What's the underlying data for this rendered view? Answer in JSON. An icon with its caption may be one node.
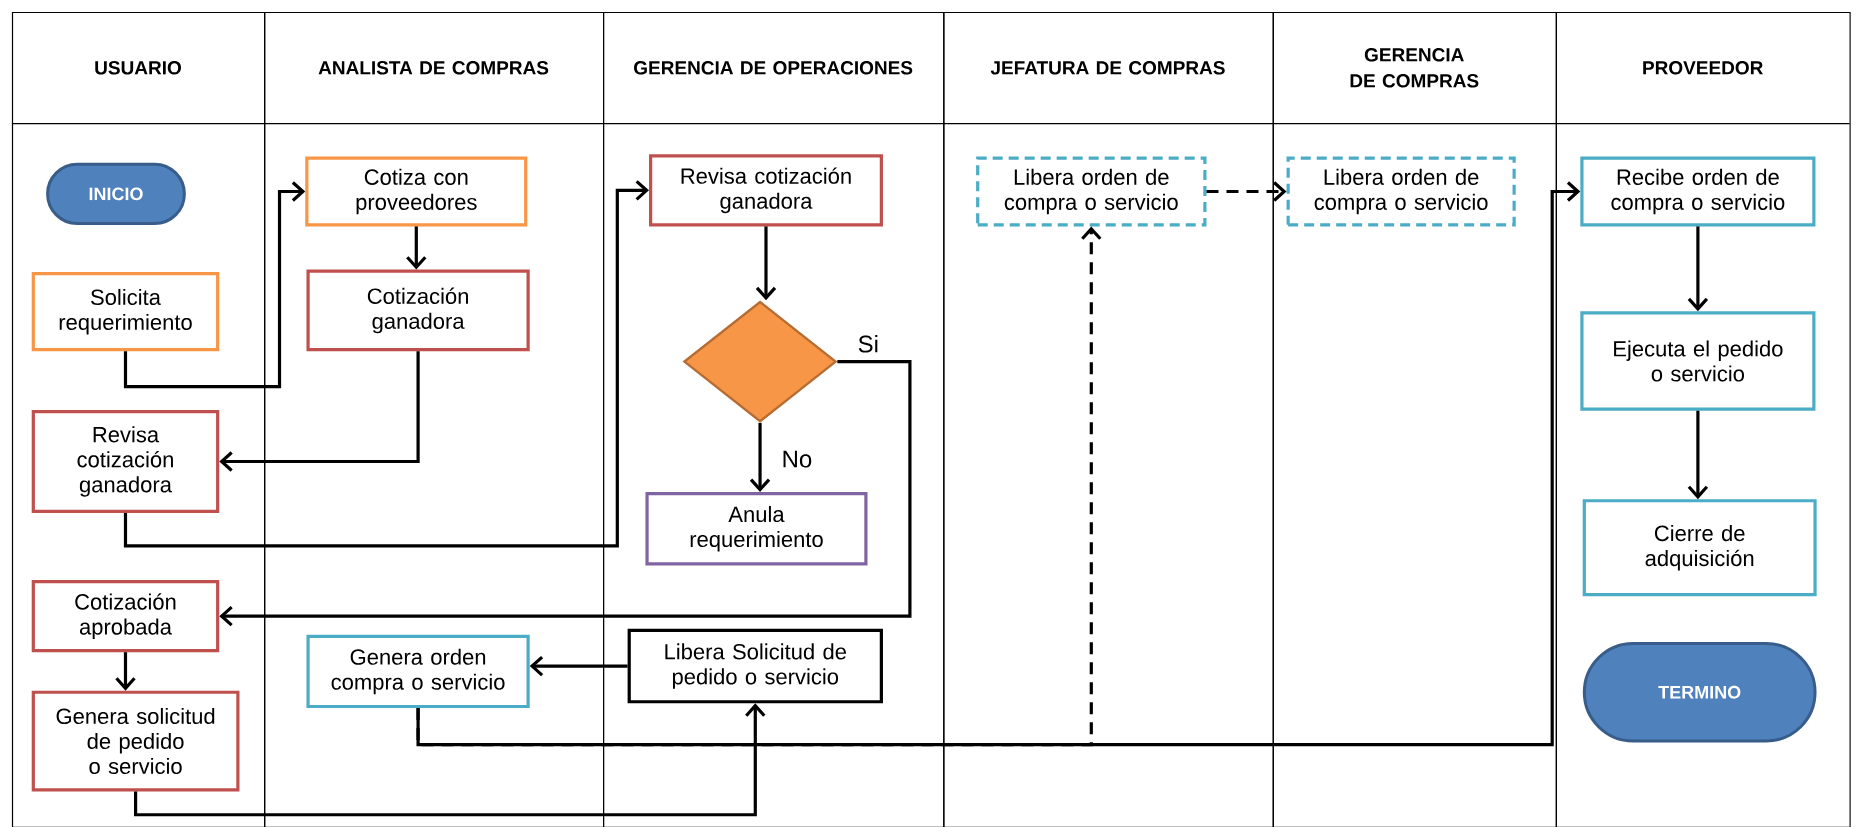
{
  "diagram": {
    "nodes": [
      {
        "text": [
          "USUARIO"
        ]
      },
      {
        "text": [
          "ANALISTA DE COMPRAS"
        ]
      },
      {
        "text": [
          "GERENCIA DE OPERACIONES"
        ]
      },
      {
        "text": [
          "JEFATURA DE COMPRAS"
        ]
      },
      {
        "text": [
          "GERENCIA DE COMPRAS"
        ]
      },
      {
        "text": [
          "PROVEEDOR"
        ]
      },
      {
        "text": [
          "INICIO"
        ],
        "in": 0
      },
      {
        "text": [
          "Solicita requerimiento"
        ],
        "in": 0
      },
      {
        "text": [
          "Cotiza con proveedores"
        ],
        "in": 1
      },
      {
        "text": [
          "Cotización ganadora"
        ],
        "in": 1
      },
      {
        "text": [
          "Revisa cotización ganadora"
        ],
        "in": 0
      },
      {
        "text": [
          "Revisa cotización ganadora"
        ],
        "in": 2
      },
      {
        "text": [],
        "shape": "diamond",
        "in": 2
      },
      {
        "text": [
          "Anula requerimiento"
        ],
        "in": 2
      },
      {
        "text": [
          "Cotización aprobada"
        ],
        "in": 0
      },
      {
        "text": [
          "Genera orden compra o servicio"
        ],
        "in": 1
      },
      {
        "text": [
          "Libera Solicitud de pedido o servicio"
        ],
        "in": 2
      },
      {
        "text": [
          "Genera solicitud de pedido o servicio"
        ],
        "in": 0
      },
      {
        "text": [
          "Libera orden de compra o servicio"
        ],
        "in": 3
      },
      {
        "text": [
          "Libera orden de compra o servicio"
        ],
        "in": 4
      },
      {
        "text": [
          "Recibe orden de compra o servicio"
        ],
        "in": 5
      },
      {
        "text": [
          "Ejecuta el pedido o servicio"
        ],
        "in": 5
      },
      {
        "text": [
          "Cierre de adquisición"
        ],
        "in": 5
      },
      {
        "text": [
          "TERMINO"
        ],
        "in": 5
      }
    ],
    "edges": [
      {
        "from": 7,
        "to": 8,
        "arrow": "to"
      },
      {
        "from": 8,
        "to": 9,
        "arrow": "to"
      },
      {
        "from": 9,
        "to": 10,
        "arrow": "to"
      },
      {
        "from": 10,
        "to": 11,
        "arrow": "to"
      },
      {
        "from": 11,
        "to": 12,
        "arrow": "to"
      },
      {
        "from": 12,
        "to": 13,
        "arrow": "to",
        "label": "No"
      },
      {
        "from": 12,
        "to": 14,
        "arrow": "to",
        "label": "Si"
      },
      {
        "from": 14,
        "to": 17,
        "arrow": "to"
      },
      {
        "from": 16,
        "to": 15,
        "arrow": "to"
      },
      {
        "from": 17,
        "to": 16,
        "arrow": "to"
      },
      {
        "from": 15,
        "to": 20,
        "arrow": "to"
      },
      {
        "from": 15,
        "to": 18,
        "arrow": "to",
        "style": "dashed"
      },
      {
        "from": 18,
        "to": 19,
        "arrow": "to",
        "style": "dashed"
      },
      {
        "from": 20,
        "to": 21,
        "arrow": "to"
      },
      {
        "from": 21,
        "to": 22,
        "arrow": "to"
      }
    ]
  }
}
